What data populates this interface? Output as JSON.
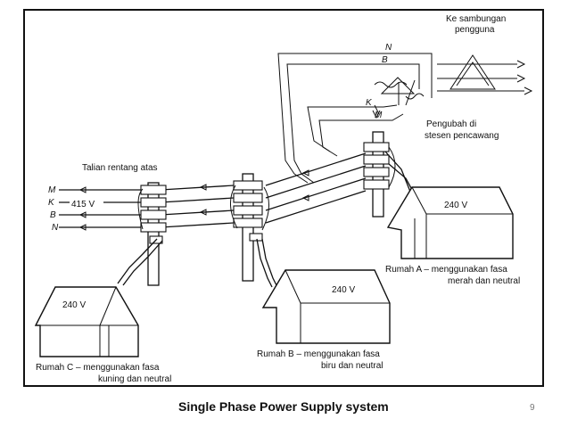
{
  "caption": "Single Phase Power Supply system",
  "slide_number": "9",
  "diagram": {
    "top_right_label_line1": "Ke sambungan",
    "top_right_label_line2": "pengguna",
    "transformer_label_line1": "Pengubah di",
    "transformer_label_line2": "stesen pencawang",
    "overhead_line_label": "Talian rentang atas",
    "line_voltage": "415 V",
    "wire_labels": {
      "m": "M",
      "k": "K",
      "b": "B",
      "n": "N"
    },
    "house_a": {
      "voltage": "240 V",
      "caption_line1": "Rumah A –  menggunakan fasa",
      "caption_line2": "merah dan neutral"
    },
    "house_b": {
      "voltage": "240 V",
      "caption_line1": "Rumah B –  menggunakan fasa",
      "caption_line2": "biru dan neutral"
    },
    "house_c": {
      "voltage": "240 V",
      "caption_line1": "Rumah C –  menggunakan fasa",
      "caption_line2": "kuning dan neutral"
    }
  }
}
